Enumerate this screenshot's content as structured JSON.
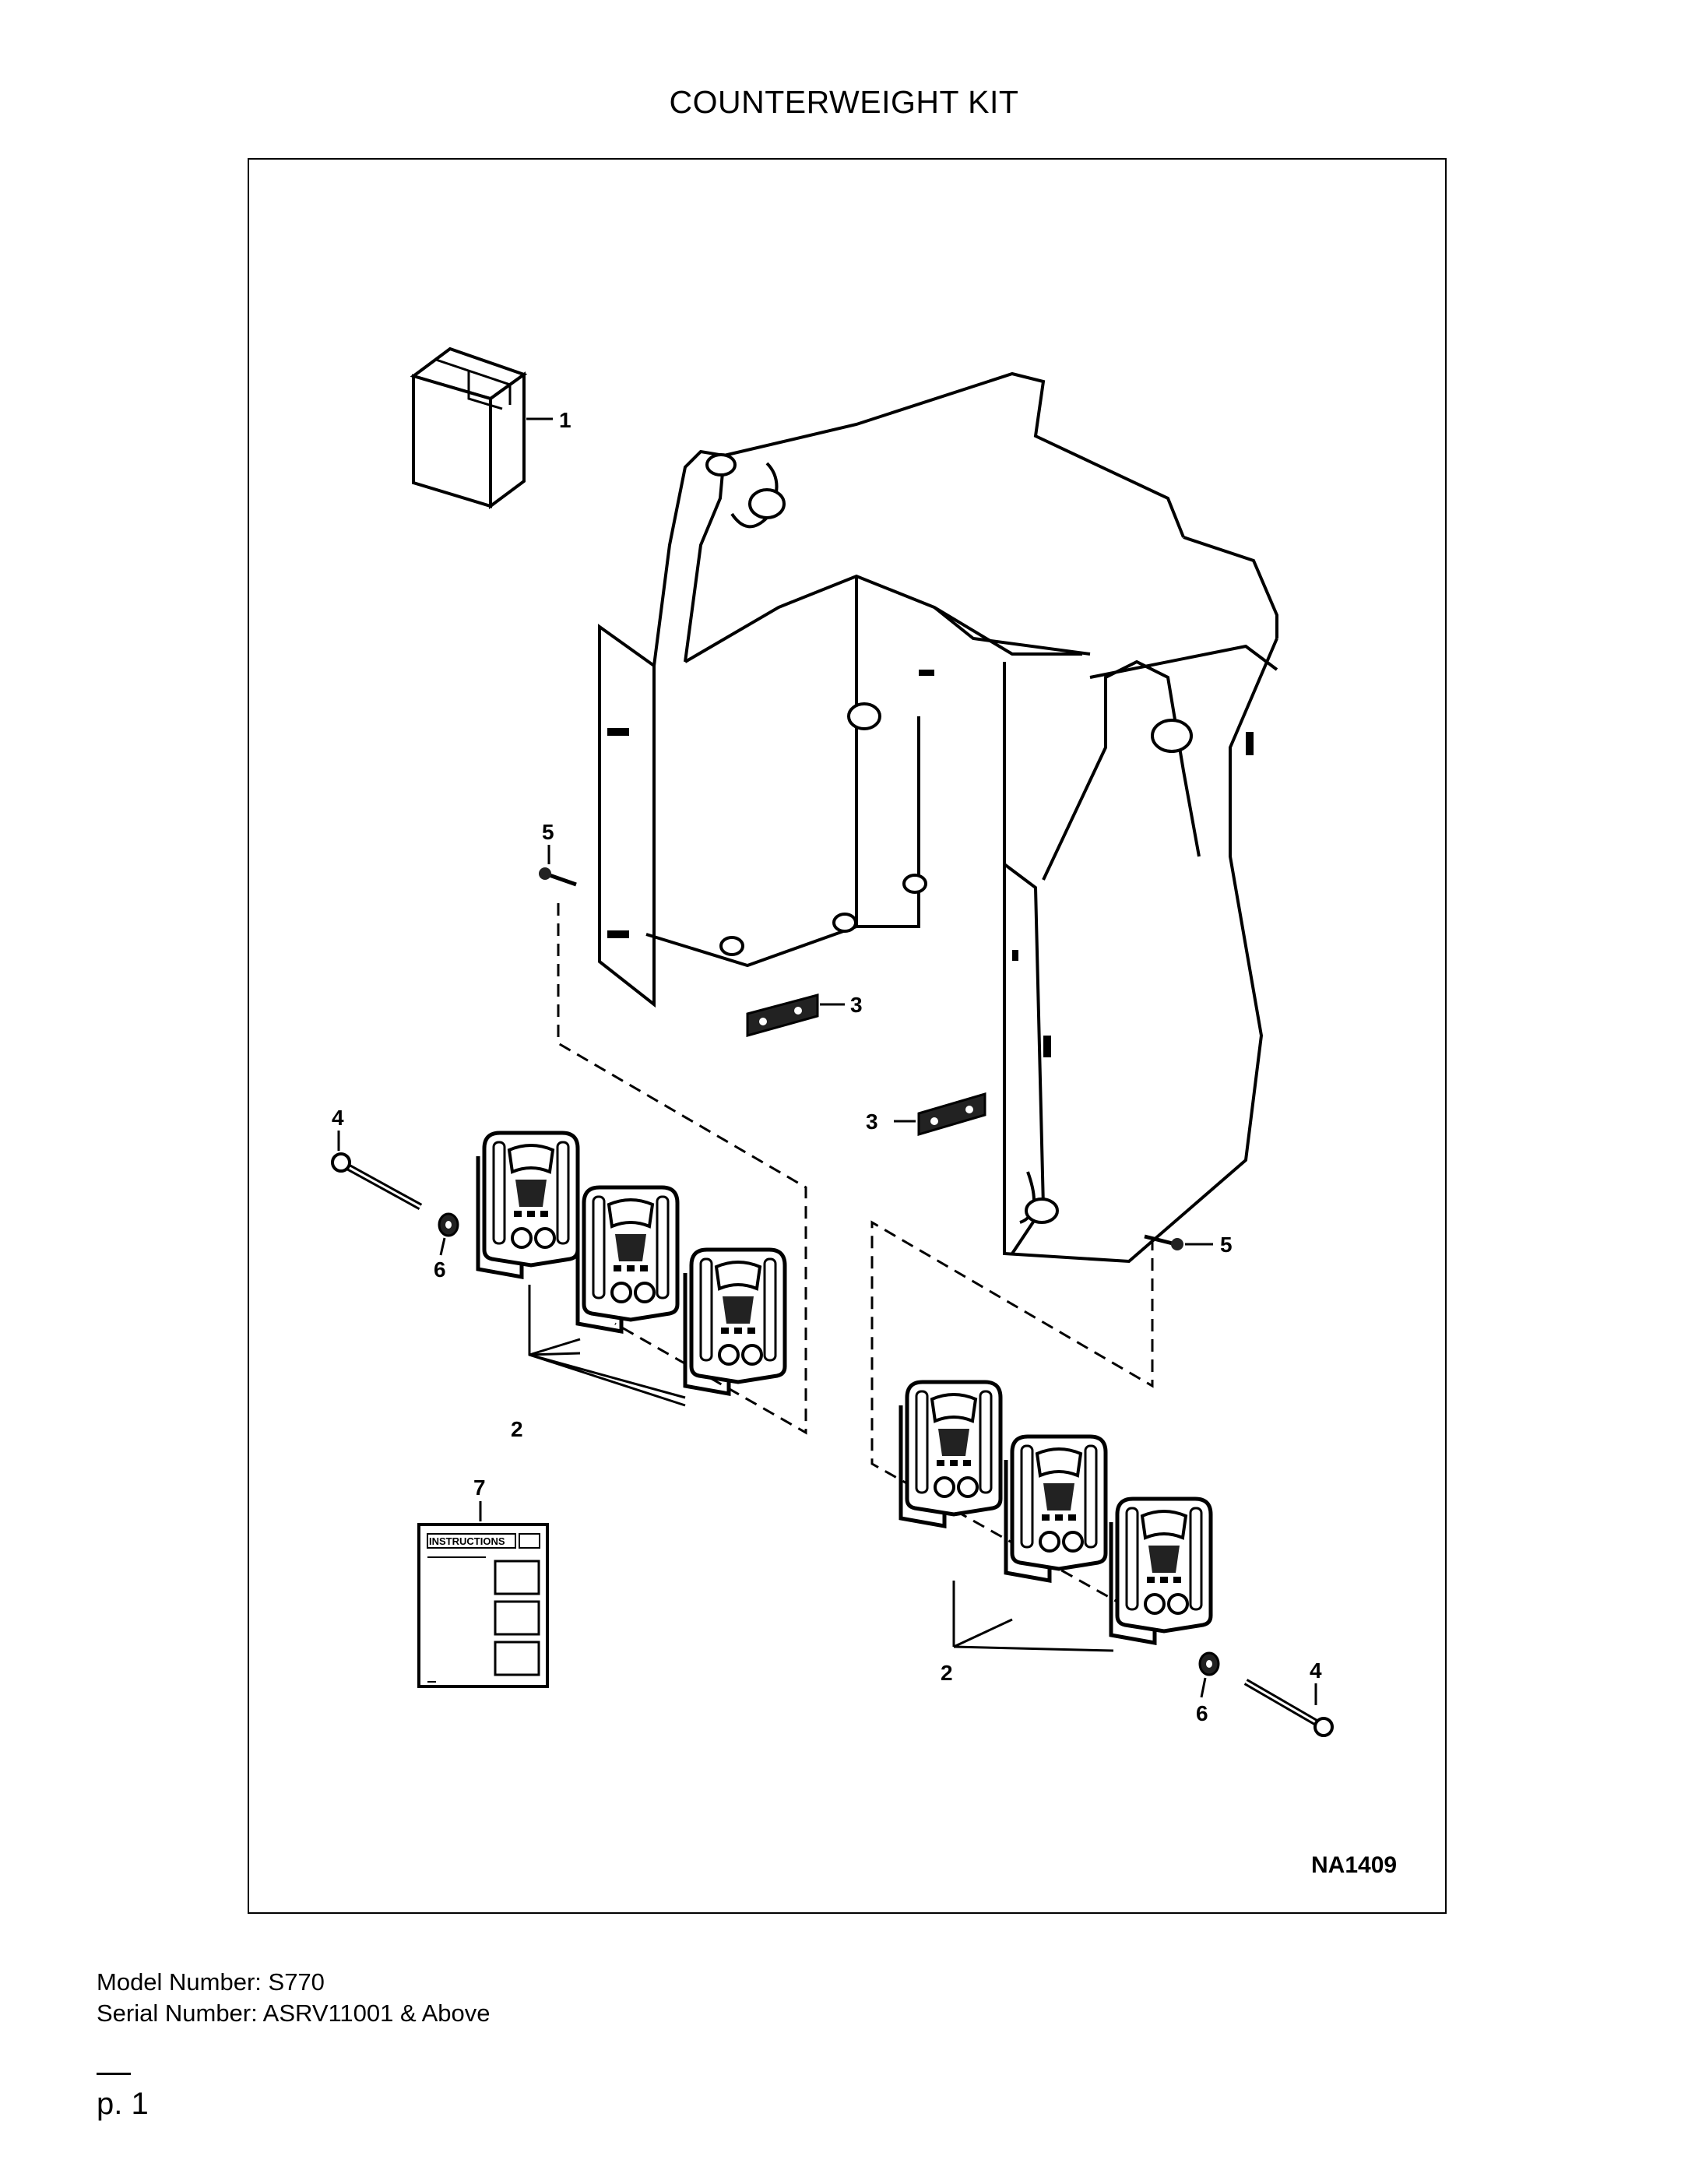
{
  "title": "COUNTERWEIGHT KIT",
  "figure": {
    "id": "NA1409",
    "callouts": {
      "c1": "1",
      "c2_left": "2",
      "c2_right": "2",
      "c3_left": "3",
      "c3_right": "3",
      "c4_left": "4",
      "c4_right": "4",
      "c5_left": "5",
      "c5_right": "5",
      "c6_left": "6",
      "c6_right": "6",
      "c7": "7"
    },
    "instructions_label": "INSTRUCTIONS"
  },
  "model_number": "Model Number: S770",
  "serial_number": "Serial Number: ASRV11001 & Above",
  "page": "p. 1"
}
